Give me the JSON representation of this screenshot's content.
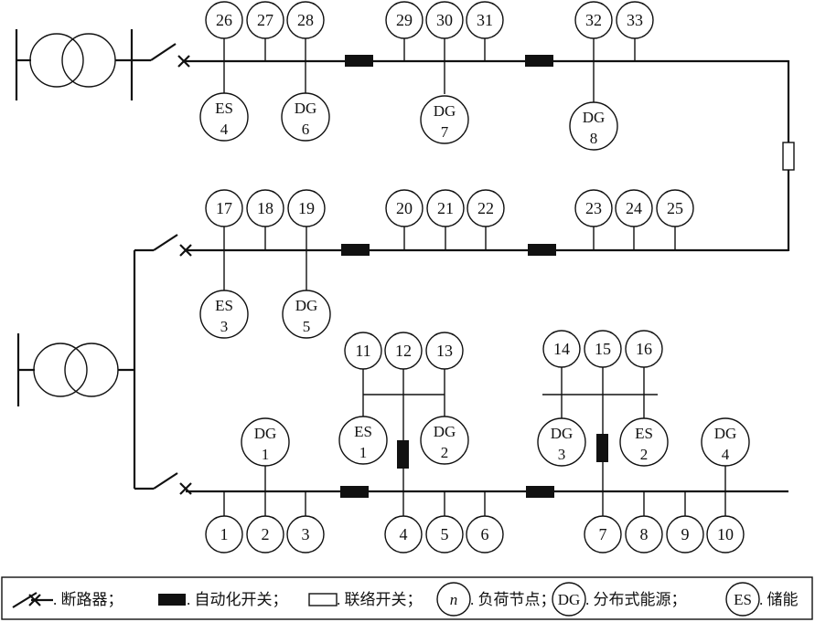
{
  "nodes": [
    "1",
    "2",
    "3",
    "4",
    "5",
    "6",
    "7",
    "8",
    "9",
    "10",
    "11",
    "12",
    "13",
    "14",
    "15",
    "16",
    "17",
    "18",
    "19",
    "20",
    "21",
    "22",
    "23",
    "24",
    "25",
    "26",
    "27",
    "28",
    "29",
    "30",
    "31",
    "32",
    "33"
  ],
  "sources": {
    "dg1": [
      "DG",
      "1"
    ],
    "dg2": [
      "DG",
      "2"
    ],
    "dg3": [
      "DG",
      "3"
    ],
    "dg4": [
      "DG",
      "4"
    ],
    "dg5": [
      "DG",
      "5"
    ],
    "dg6": [
      "DG",
      "6"
    ],
    "dg7": [
      "DG",
      "7"
    ],
    "dg8": [
      "DG",
      "8"
    ],
    "es1": [
      "ES",
      "1"
    ],
    "es2": [
      "ES",
      "2"
    ],
    "es3": [
      "ES",
      "3"
    ],
    "es4": [
      "ES",
      "4"
    ]
  },
  "legend": {
    "breaker": ". 断路器；",
    "auto_switch": ". 自动化开关；",
    "tie_switch": ". 联络开关；",
    "node_symbol": "n",
    "node": ". 负荷节点；",
    "dg_symbol": "DG",
    "dg": ". 分布式能源；",
    "es_symbol": "ES",
    "es": ". 储能"
  }
}
